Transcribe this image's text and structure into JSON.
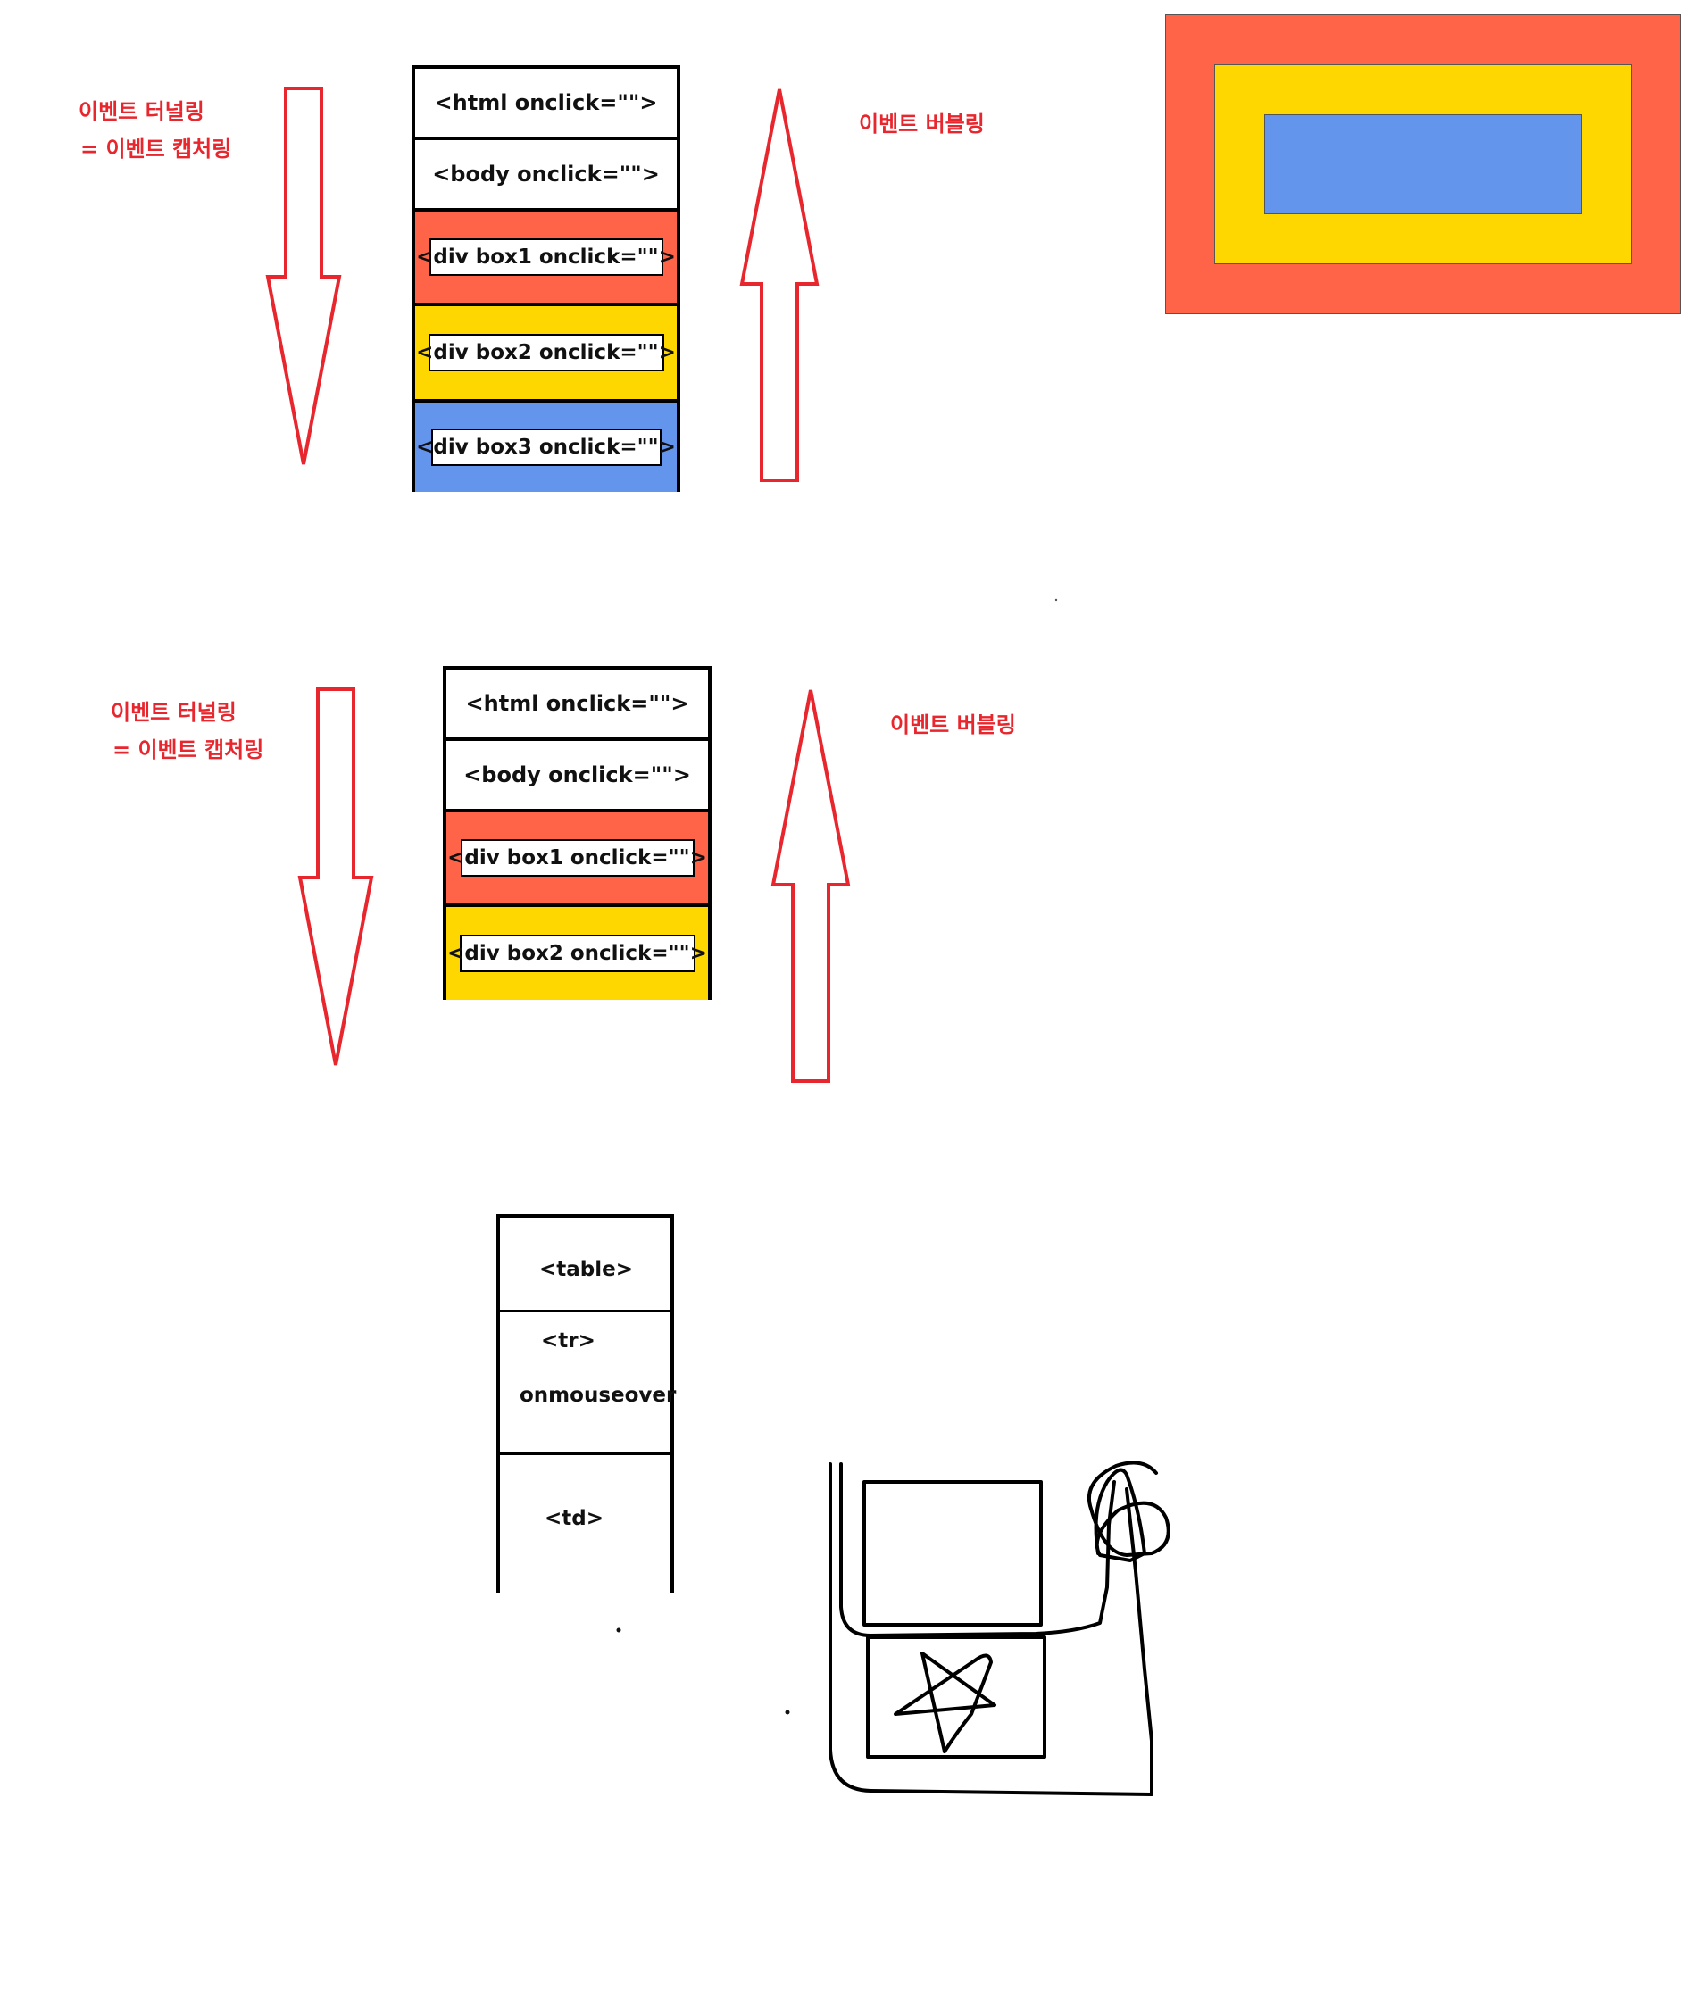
{
  "colors": {
    "red": "#e8262d",
    "box1": "#ff6448",
    "box2": "#ffd700",
    "box3": "#6495ed"
  },
  "group1": {
    "tunneling_line1": "이벤트 터널링",
    "tunneling_line2": "= 이벤트 캡처링",
    "bubbling": "이벤트 버블링",
    "rows": {
      "html": "<html onclick=\"\">",
      "body": "<body onclick=\"\">",
      "box1": "<div box1 onclick=\"\">",
      "box2": "<div box2 onclick=\"\">",
      "box3": "<div box3 onclick=\"\">"
    }
  },
  "group2": {
    "tunneling_line1": "이벤트 터널링",
    "tunneling_line2": "= 이벤트 캡처링",
    "bubbling": "이벤트 버블링",
    "rows": {
      "html": "<html onclick=\"\">",
      "body": "<body onclick=\"\">",
      "box1": "<div box1 onclick=\"\">",
      "box2": "<div box2 onclick=\"\">"
    }
  },
  "table_stack": {
    "table": "<table>",
    "tr": "<tr>",
    "event": "onmouseover",
    "td": "<td>"
  }
}
